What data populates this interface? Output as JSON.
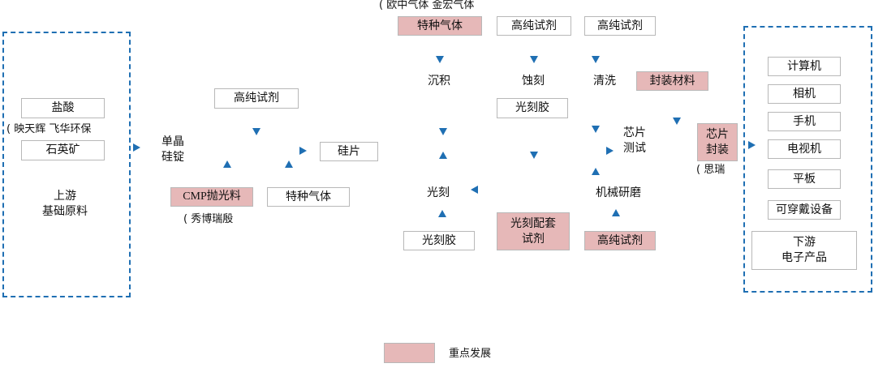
{
  "upstream": {
    "title_line1": "上游",
    "title_line2": "基础原料",
    "hcl": "盐酸",
    "hcl_companies": "(  映天辉  飞华环保",
    "quartz": "石英矿"
  },
  "silicon": {
    "mono_line1": "单晶",
    "mono_line2": "硅锭",
    "reagent": "高纯试剂",
    "cmp": "CMP抛光料",
    "cmp_company": "(  秀博瑞殷",
    "special_gas": "特种气体",
    "wafer": "硅片"
  },
  "fab": {
    "top_companies": "(  欧中气体  金宏气体",
    "special_gas": "特种气体",
    "reagent_1": "高纯试剂",
    "reagent_2": "高纯试剂",
    "deposition": "沉积",
    "etching": "蚀刻",
    "cleaning": "清洗",
    "photoresist_mid": "光刻胶",
    "lithography": "光刻",
    "photoresist_bottom": "光刻胶",
    "litho_reagent_line1": "光刻配套",
    "litho_reagent_line2": "试剂",
    "cmp_grinding": "机械研磨",
    "reagent_3": "高纯试剂",
    "chip_test_line1": "芯片",
    "chip_test_line2": "测试",
    "packaging_material": "封装材料",
    "chip_pkg_line1": "芯片",
    "chip_pkg_line2": "封装",
    "pkg_company": "(  思瑞"
  },
  "downstream": {
    "items": [
      "计算机",
      "相机",
      "手机",
      "电视机",
      "平板",
      "可穿戴设备"
    ],
    "title_line1": "下游",
    "title_line2": "电子产品"
  },
  "legend": {
    "label": "重点发展",
    "color": "#e6b8b8"
  },
  "colors": {
    "arrow": "#1f6fb3",
    "highlight": "#e6b8b8"
  }
}
